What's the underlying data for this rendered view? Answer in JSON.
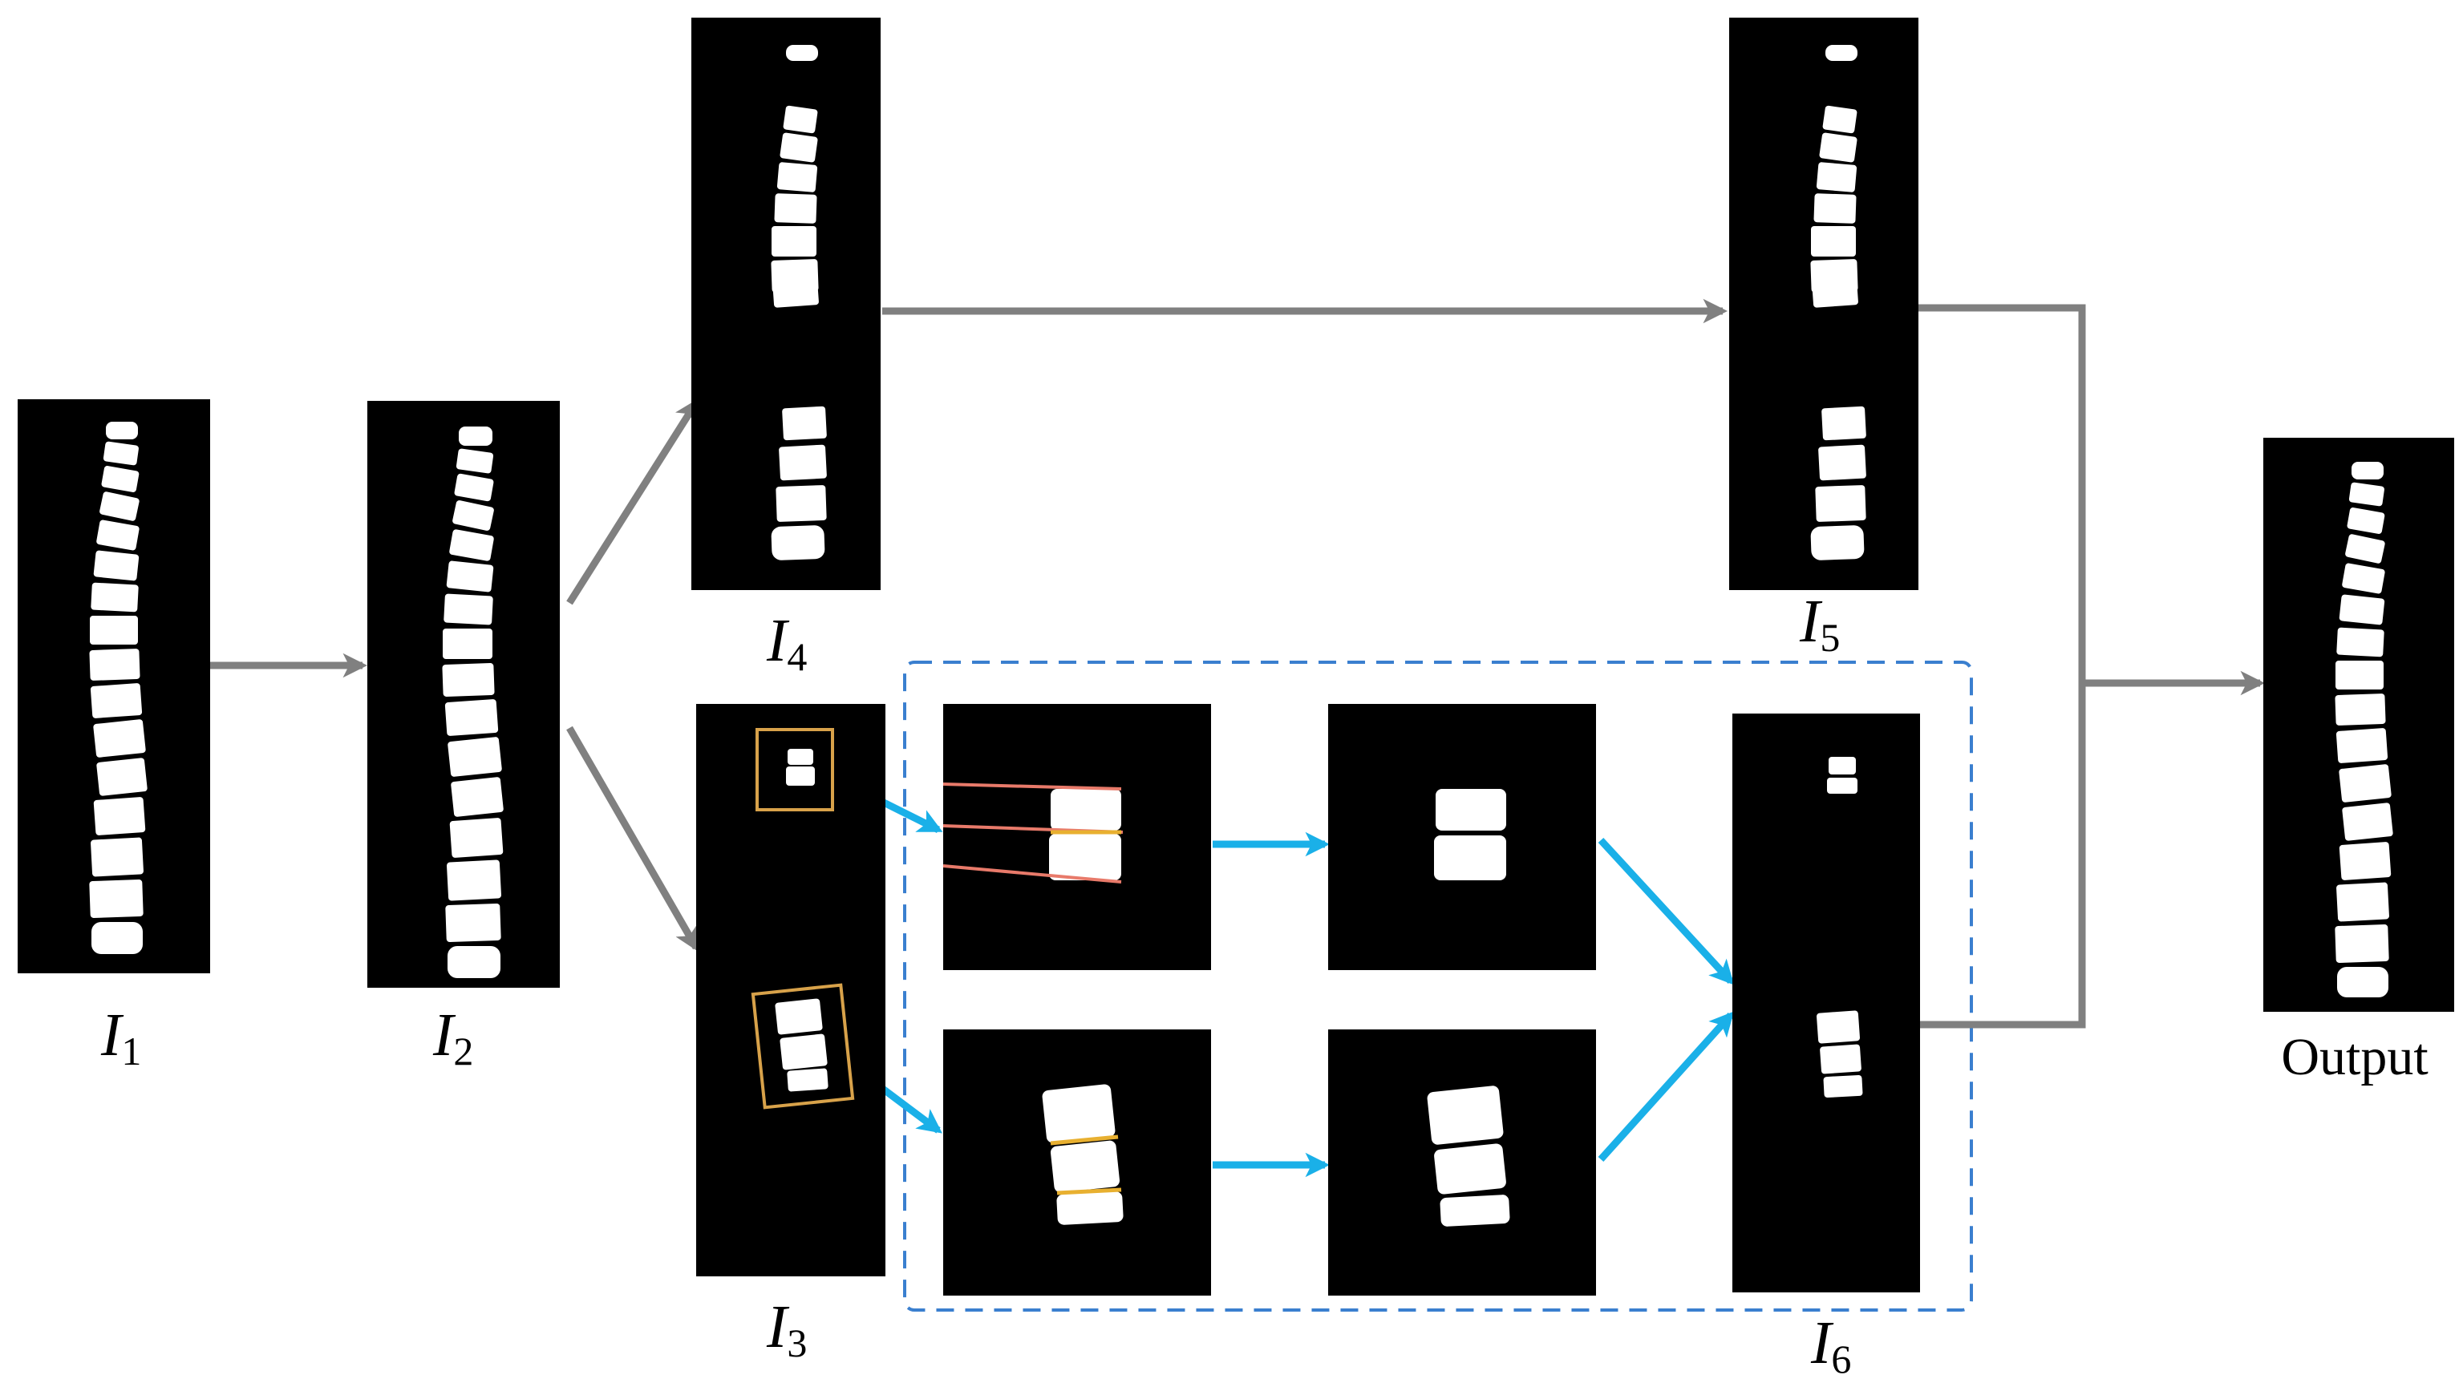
{
  "labels": {
    "i1": {
      "base": "I",
      "sub": "1"
    },
    "i2": {
      "base": "I",
      "sub": "2"
    },
    "i3": {
      "base": "I",
      "sub": "3"
    },
    "i4": {
      "base": "I",
      "sub": "4"
    },
    "i5": {
      "base": "I",
      "sub": "5"
    },
    "i6": {
      "base": "I",
      "sub": "6"
    },
    "output": "Output"
  },
  "colors": {
    "panel": "#000000",
    "vertebra": "#ffffff",
    "gray_arrow": "#808080",
    "blue_arrow": "#1ab0e8",
    "dashed_box": "#3a7fcf",
    "roi_box": "#d8a24a",
    "fit_line": "#e87a6a",
    "gap_line": "#e8b030"
  }
}
